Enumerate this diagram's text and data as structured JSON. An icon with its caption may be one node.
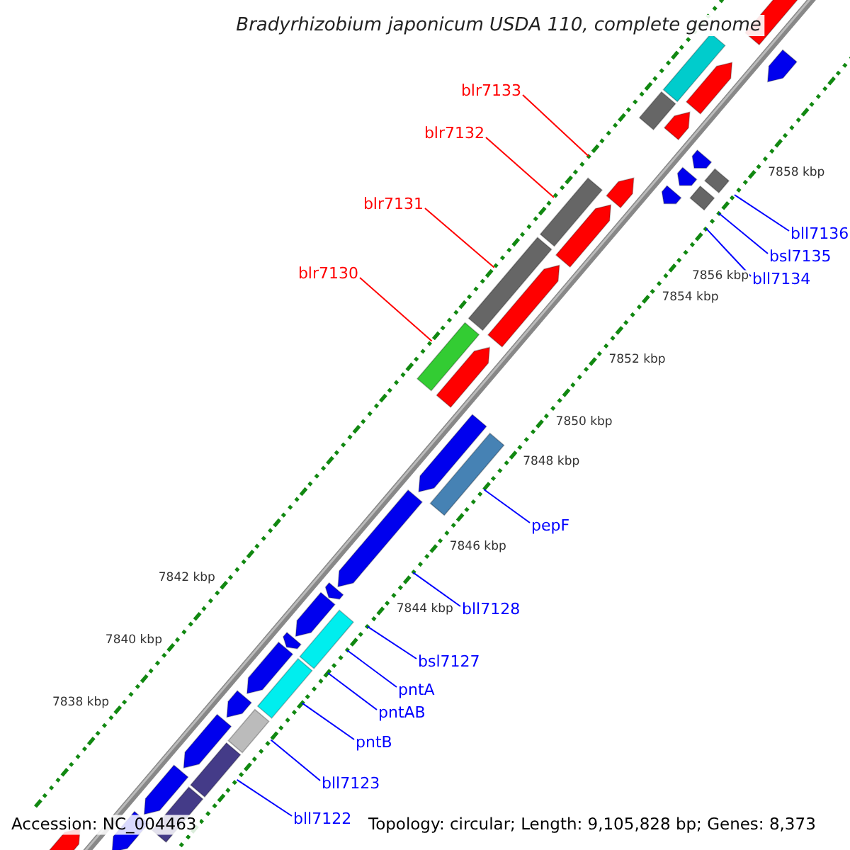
{
  "diagram": {
    "title": "Bradyrhizobium japonicum USDA 110, complete genome",
    "nodes": [
      {
        "text": [
          "blr7133"
        ]
      },
      {
        "text": [
          "blr7132"
        ]
      },
      {
        "text": [
          "bll7136"
        ]
      },
      {
        "text": [
          "bsl7135"
        ]
      },
      {
        "text": [
          "bll7134"
        ]
      },
      {
        "text": [
          "blr7131"
        ]
      },
      {
        "text": [
          "blr7130"
        ]
      },
      {
        "text": [
          "pepF"
        ]
      },
      {
        "text": [
          "bll7128"
        ]
      },
      {
        "text": [
          "bsl7127"
        ]
      },
      {
        "text": [
          "pntA"
        ]
      },
      {
        "text": [
          "pntAB"
        ]
      },
      {
        "text": [
          "pntB"
        ]
      },
      {
        "text": [
          "bll7123"
        ]
      },
      {
        "text": [
          "bll7122"
        ]
      }
    ],
    "edges": [
      {
        "from": 0,
        "to": null,
        "arrow": "none",
        "color": "#ff0000"
      },
      {
        "from": 1,
        "to": null,
        "arrow": "none",
        "color": "#ff0000"
      },
      {
        "from": 2,
        "to": null,
        "arrow": "none"
      },
      {
        "from": 3,
        "to": null,
        "arrow": "none"
      },
      {
        "from": 4,
        "to": null,
        "arrow": "none"
      },
      {
        "from": 5,
        "to": null,
        "arrow": "none",
        "color": "#ff0000"
      },
      {
        "from": 6,
        "to": null,
        "arrow": "none",
        "color": "#ff0000"
      },
      {
        "from": 7,
        "to": null,
        "arrow": "none"
      },
      {
        "from": 8,
        "to": null,
        "arrow": "none"
      },
      {
        "from": 9,
        "to": null,
        "arrow": "none"
      },
      {
        "from": 10,
        "to": null,
        "arrow": "none"
      },
      {
        "from": 11,
        "to": null,
        "arrow": "none"
      },
      {
        "from": 12,
        "to": null,
        "arrow": "none"
      },
      {
        "from": 13,
        "to": null,
        "arrow": "none"
      },
      {
        "from": 14,
        "to": null,
        "arrow": "none"
      }
    ],
    "labels": [
      "7858 kbp",
      "7856 kbp",
      "7854 kbp",
      "7852 kbp",
      "7850 kbp",
      "7848 kbp",
      "7846 kbp",
      "7844 kbp",
      "7842 kbp",
      "7840 kbp",
      "7838 kbp",
      "Accession: NC_004463",
      "Topology: circular; Length: 9,105,828 bp; Genes: 8,373"
    ]
  }
}
